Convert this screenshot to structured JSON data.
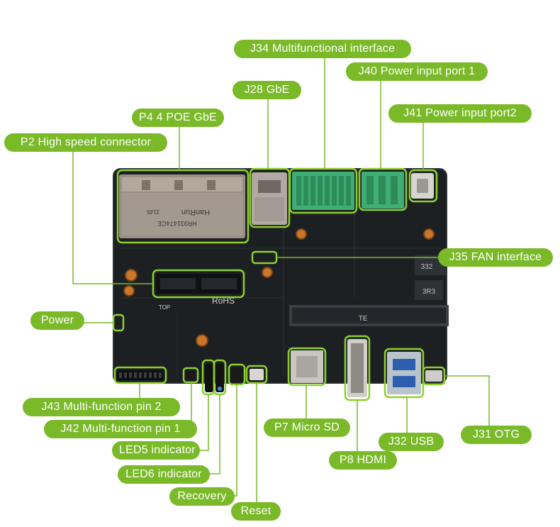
{
  "colors": {
    "label_fill": "#7ab928",
    "leader_line": "#7ab928",
    "highlight_box": "#8ccf2e",
    "pcb": "#1d2023"
  },
  "board": {
    "jack_text_1": "HanRun",
    "jack_text_2": "HR931474CE",
    "jack_text_3": "2145",
    "rohs_text": "RoHS",
    "top_text": "TOP",
    "som_text": "TE",
    "chip_text_1": "332",
    "chip_text_2": "3R3"
  },
  "labels": {
    "j34": "J34  Multifunctional interface",
    "j40": "J40  Power input port 1",
    "j28": "J28  GbE",
    "j41": "J41  Power input port2",
    "p4": "P4  4 POE GbE",
    "p2": "P2  High speed connector",
    "j35": "J35  FAN interface",
    "power": "Power",
    "j43": "J43  Multi-function pin 2",
    "j42": "J42  Multi-function pin 1",
    "led5": "LED5 indicator",
    "led6": "LED6 indicator",
    "recovery": "Recovery",
    "reset": "Reset",
    "p7": "P7  Micro SD",
    "p8": "P8  HDMI",
    "j32": "J32  USB",
    "j31": "J31  OTG"
  }
}
